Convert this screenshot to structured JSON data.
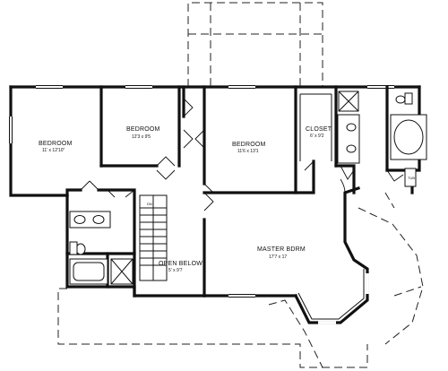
{
  "rooms": {
    "bedroom_left": {
      "name": "BEDROOM",
      "dims": "11' x 12'10\""
    },
    "bedroom_center": {
      "name": "BEDROOM",
      "dims": "12'3 x 9'5"
    },
    "bedroom_right": {
      "name": "BEDROOM",
      "dims": "11'6 x 13'1"
    },
    "closet": {
      "name": "CLOSET",
      "dims": "6' x 9'2"
    },
    "master": {
      "name": "MASTER BDRM",
      "dims": "17'7 x 17"
    },
    "open_below": {
      "name": "OPEN BELOW",
      "dims": "5' x 9'7"
    }
  },
  "labels": {
    "stair_dn": "DN",
    "tub_tag": "TUB"
  }
}
